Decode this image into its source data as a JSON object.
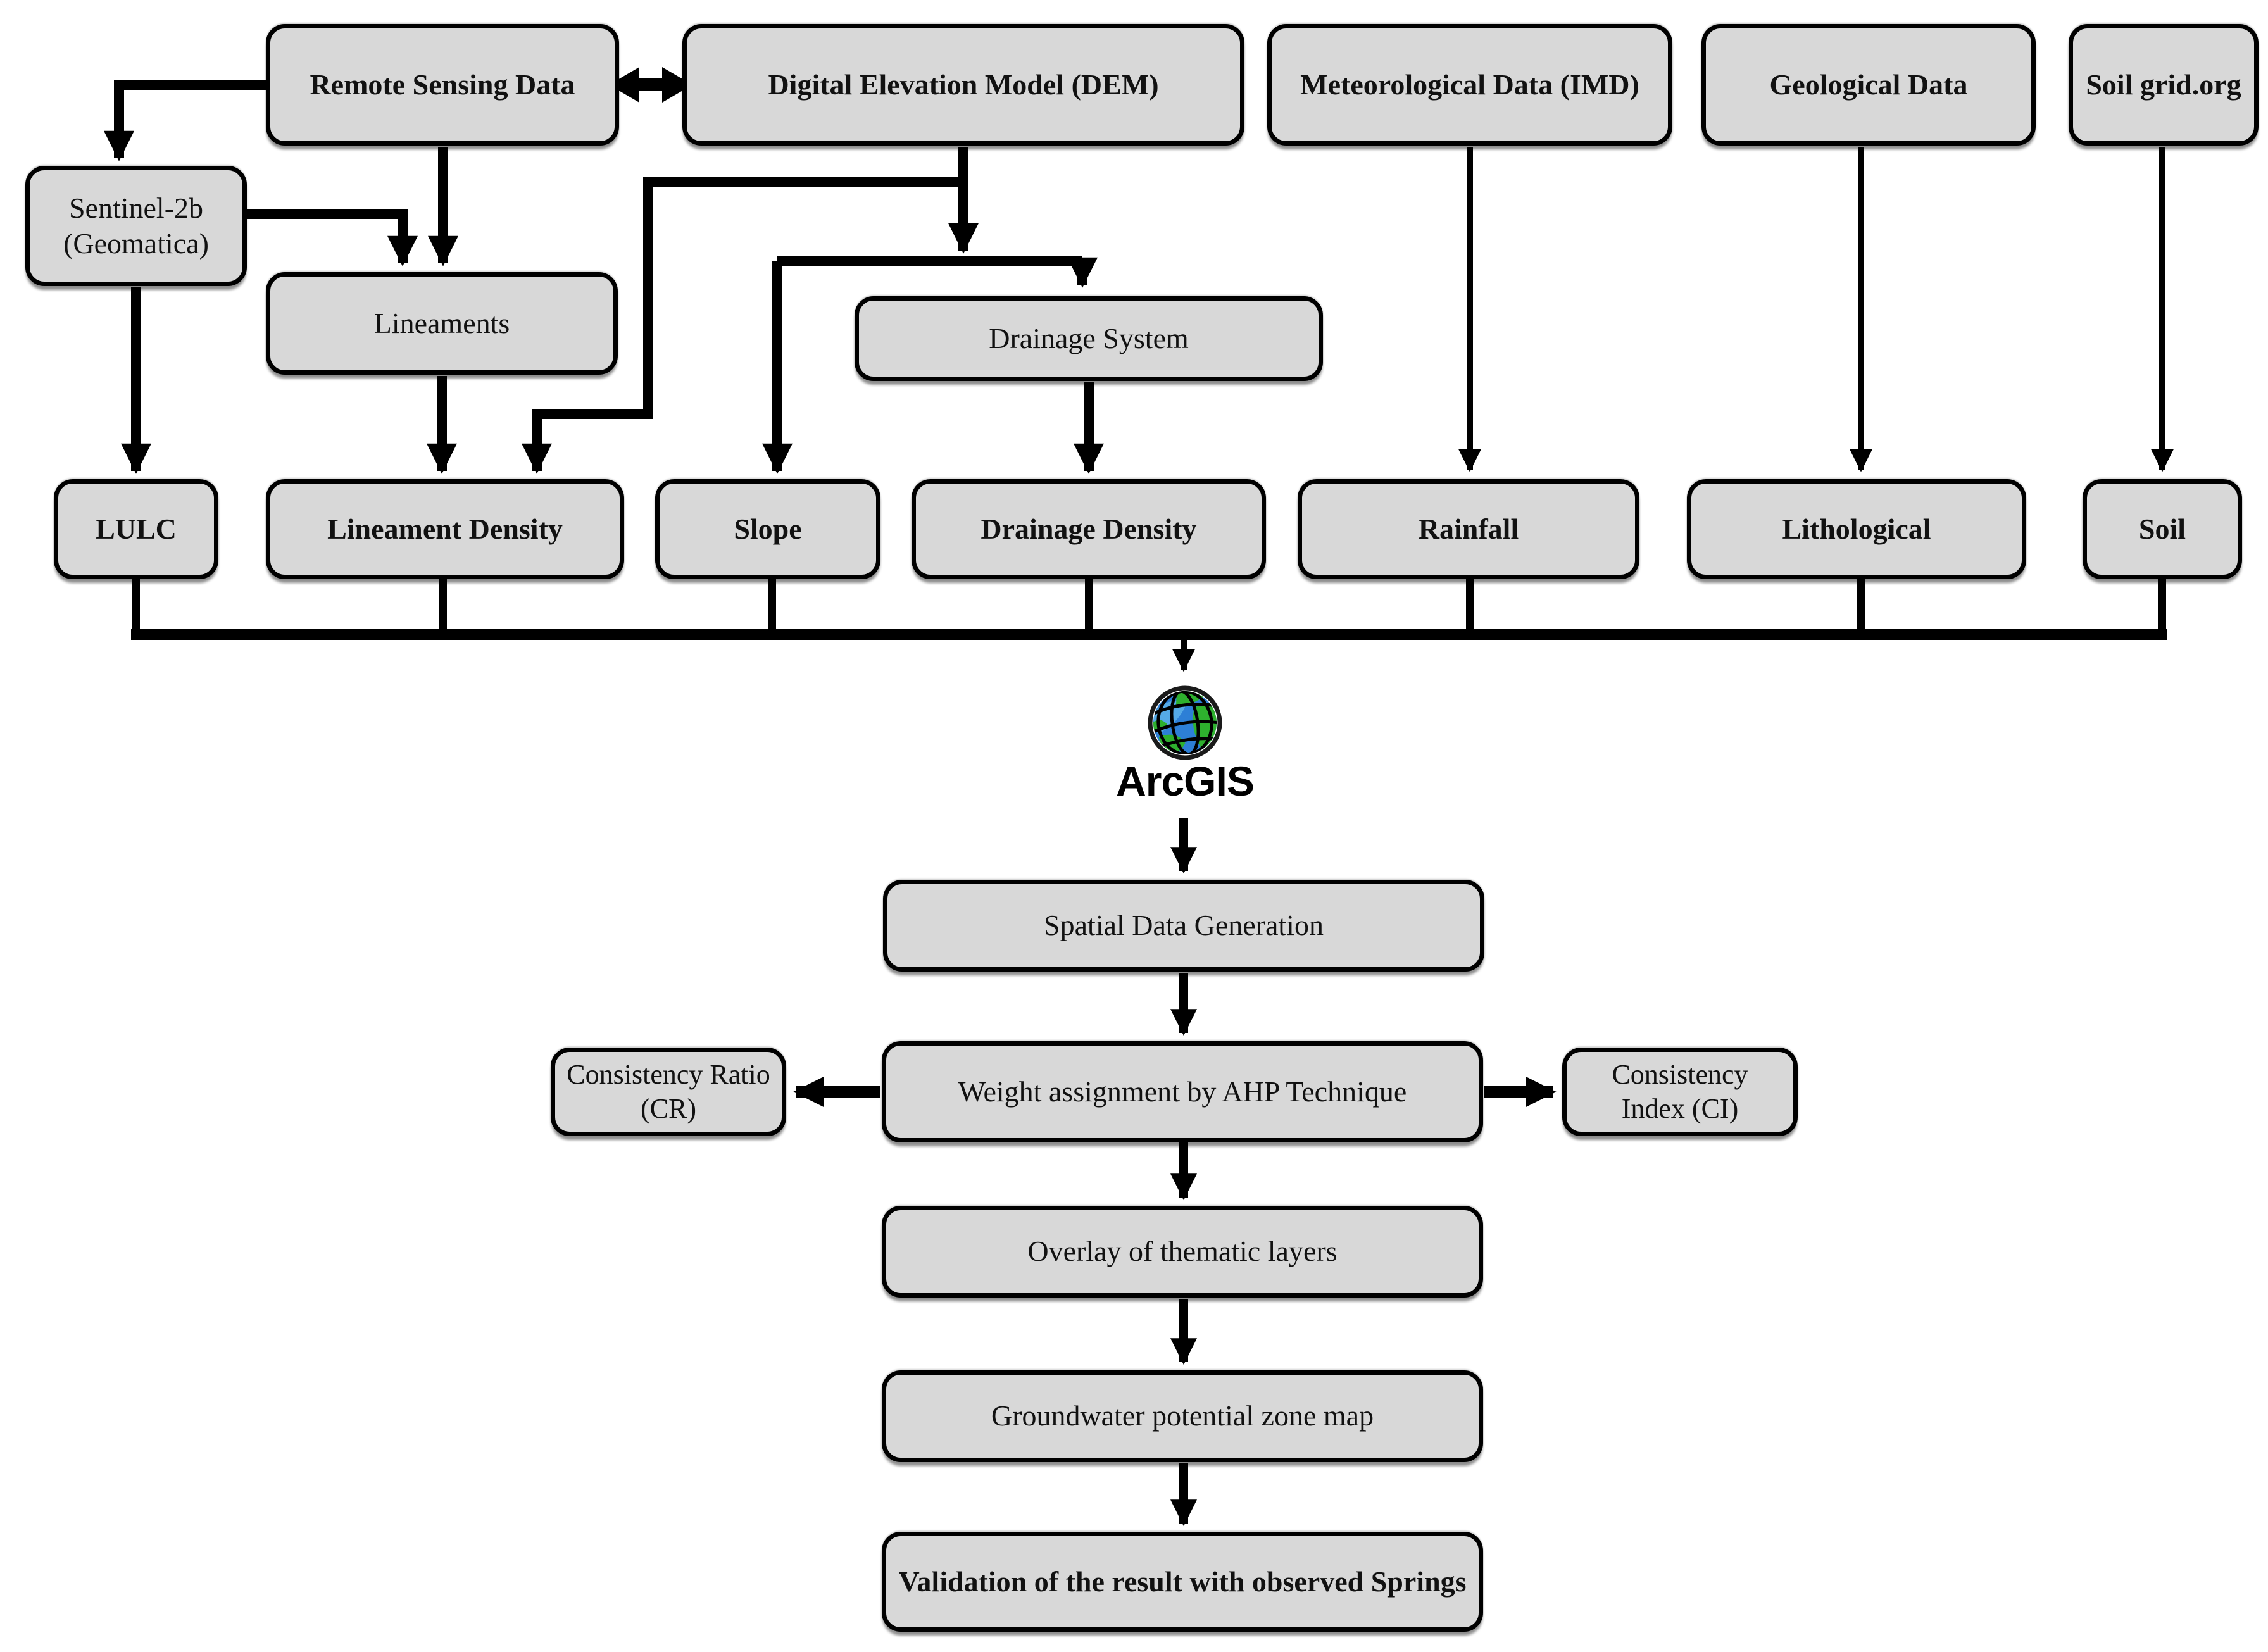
{
  "figure": {
    "background": "#ffffff",
    "box_fill": "#d8d8d8",
    "box_border": "#000000",
    "arrow_color": "#000000",
    "arcgis_label": "ArcGIS",
    "globe_colors": {
      "ocean": "#2d7fd6",
      "ocean_light": "#55aae6",
      "land": "#2eb02e",
      "grid": "#000000"
    }
  },
  "nodes": {
    "remote_sensing": {
      "label": "Remote Sensing Data"
    },
    "dem": {
      "label": "Digital Elevation Model (DEM)"
    },
    "meteorological": {
      "label": "Meteorological Data (IMD)"
    },
    "geological": {
      "label": "Geological Data"
    },
    "soilgrid": {
      "label": "Soil grid.org"
    },
    "sentinel": {
      "label": "Sentinel-2b (Geomatica)"
    },
    "lineaments": {
      "label": "Lineaments"
    },
    "drainage_system": {
      "label": "Drainage System"
    },
    "lulc": {
      "label": "LULC"
    },
    "lineament_density": {
      "label": "Lineament Density"
    },
    "slope": {
      "label": "Slope"
    },
    "drainage_density": {
      "label": "Drainage Density"
    },
    "rainfall": {
      "label": "Rainfall"
    },
    "lithological": {
      "label": "Lithological"
    },
    "soil": {
      "label": "Soil"
    },
    "spatial_data_generation": {
      "label": "Spatial Data Generation"
    },
    "ahp": {
      "label": "Weight assignment by AHP Technique"
    },
    "consistency_ratio": {
      "label": "Consistency Ratio (CR)"
    },
    "consistency_index": {
      "label": "Consistency Index (CI)"
    },
    "overlay": {
      "label": "Overlay of thematic layers"
    },
    "gw_map": {
      "label": "Groundwater potential zone map"
    },
    "validation": {
      "label": "Validation of the result with observed Springs"
    }
  }
}
